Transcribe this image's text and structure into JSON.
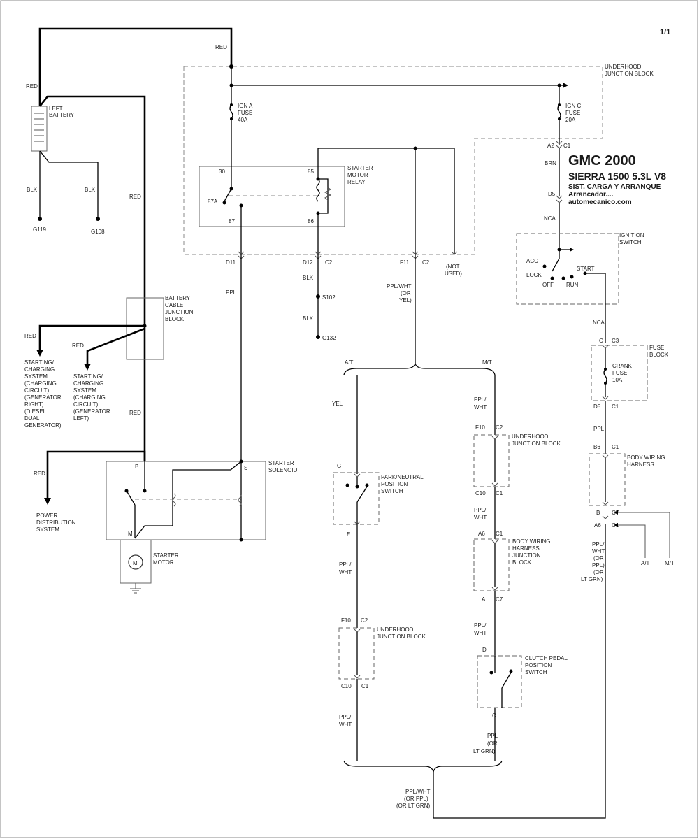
{
  "header": {
    "page": "1/1",
    "title": "GMC 2000",
    "model": "SIERRA 1500  5.3L  V8",
    "system": "SIST. CARGA Y ARRANQUE",
    "subsystem": "Arrancador....",
    "website": "automecanico.com"
  },
  "components": {
    "left_battery": [
      "LEFT",
      "BATTERY"
    ],
    "underhood_junction_block": [
      "UNDERHOOD",
      "JUNCTION BLOCK"
    ],
    "ign_a_fuse": [
      "IGN A",
      "FUSE",
      "40A"
    ],
    "ign_c_fuse": [
      "IGN C",
      "FUSE",
      "20A"
    ],
    "starter_motor_relay": [
      "STARTER",
      "MOTOR",
      "RELAY"
    ],
    "battery_cable_junction_block": [
      "BATTERY",
      "CABLE",
      "JUNCTION",
      "BLOCK"
    ],
    "starter_solenoid": [
      "STARTER",
      "SOLENOID"
    ],
    "starter_motor": [
      "STARTER",
      "MOTOR"
    ],
    "motor_symbol": "M",
    "ignition_switch": [
      "IGNITION",
      "SWITCH"
    ],
    "ignition_positions": {
      "acc": "ACC",
      "lock": "LOCK",
      "off": "OFF",
      "run": "RUN",
      "start": "START"
    },
    "fuse_block": [
      "FUSE",
      "BLOCK"
    ],
    "crank_fuse": [
      "CRANK",
      "FUSE",
      "10A"
    ],
    "body_wiring_harness": [
      "BODY WIRING",
      "HARNESS"
    ],
    "park_neutral_switch": [
      "PARK/NEUTRAL",
      "POSITION",
      "SWITCH"
    ],
    "underhood_jb_mt": [
      "UNDERHOOD",
      "JUNCTION BLOCK"
    ],
    "underhood_jb_at": [
      "UNDERHOOD",
      "JUNCTION BLOCK"
    ],
    "body_wiring_harness_jb": [
      "BODY WIRING",
      "HARNESS",
      "JUNCTION",
      "BLOCK"
    ],
    "clutch_pedal_switch": [
      "CLUTCH PEDAL",
      "POSITION",
      "SWITCH"
    ],
    "charging_right": [
      "STARTING/",
      "CHARGING",
      "SYSTEM",
      "(CHARGING",
      "CIRCUIT)",
      "(GENERATOR",
      "RIGHT)",
      "(DIESEL",
      "DUAL",
      "GENERATOR)"
    ],
    "charging_left": [
      "STARTING/",
      "CHARGING",
      "SYSTEM",
      "(CHARGING",
      "CIRCUIT)",
      "(GENERATOR",
      "LEFT)"
    ],
    "power_distribution": [
      "POWER",
      "DISTRIBUTION",
      "SYSTEM"
    ],
    "not_used": [
      "(NOT",
      "USED)"
    ]
  },
  "grounds": {
    "g119": "G119",
    "g108": "G108",
    "g132": "G132",
    "s102": "S102"
  },
  "wire_colors": {
    "red": "RED",
    "blk": "BLK",
    "ppl": "PPL",
    "brn": "BRN",
    "nca": "NCA",
    "yel": "YEL",
    "ppl_wht": [
      "PPL/",
      "WHT"
    ],
    "ppl_wht_or_yel": [
      "PPL/WHT",
      "(OR",
      "YEL)"
    ],
    "ppl_or_lt_grn": [
      "PPL",
      "(OR",
      "LT GRN)"
    ],
    "ppl_wht_or_ppl_or_lt_grn": [
      "PPL/",
      "WHT",
      "(OR",
      "PPL)",
      "(OR",
      "LT GRN)"
    ],
    "bottom_return": [
      "PPL/WHT",
      "(OR PPL)",
      "(OR LT GRN)"
    ]
  },
  "pins": {
    "relay_30": "30",
    "relay_85": "85",
    "relay_87a": "87A",
    "relay_87": "87",
    "relay_86": "86",
    "d11": "D11",
    "d12": "D12",
    "f11": "F11",
    "a2": "A2",
    "d5": "D5",
    "c1": "C1",
    "c2": "C2",
    "c3": "C3",
    "c7": "C7",
    "c10": "C10",
    "f10": "F10",
    "b": "B",
    "s": "S",
    "m": "M",
    "c": "C",
    "g": "G",
    "e": "E",
    "a6": "A6",
    "a": "A",
    "d": "D",
    "b6": "B6"
  },
  "branches": {
    "at": "A/T",
    "mt": "M/T"
  }
}
